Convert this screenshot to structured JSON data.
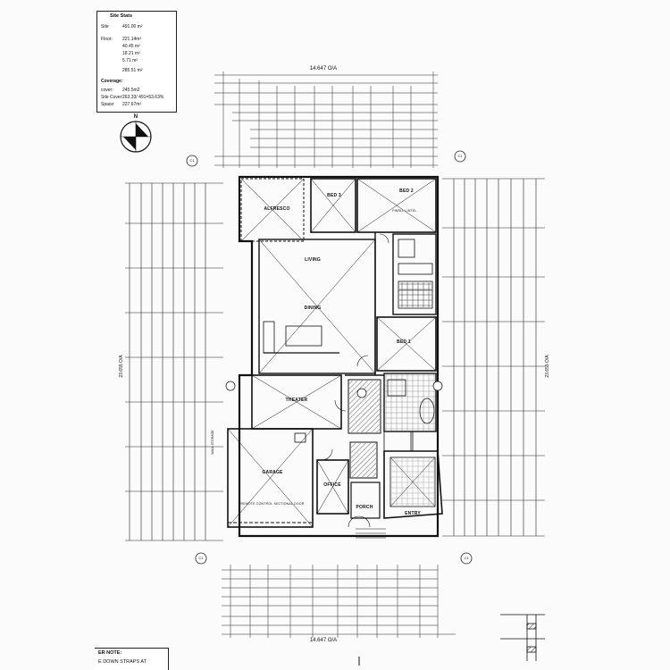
{
  "site_stats": {
    "title": "Site Stats",
    "rows": [
      {
        "label": "Site",
        "value": "491.00 m²"
      },
      {
        "label": "Floor:",
        "value": "221.14m²"
      },
      {
        "label": "",
        "value": "40.45 m²"
      },
      {
        "label": "",
        "value": "18.21 m²"
      },
      {
        "label": "",
        "value": "5.71 m²"
      },
      {
        "label": "",
        "value": "285.51 m²"
      }
    ],
    "coverage_title": "Coverage:",
    "coverage_rows": [
      {
        "label": "cover:",
        "value": "245.5m2"
      },
      {
        "label": "Site Cover:",
        "value": "263.33/ 491=53.63%"
      },
      {
        "label": "Space:",
        "value": "227.67m²"
      }
    ]
  },
  "overall_dims": {
    "top": "14.647 O/A",
    "bottom": "14.647 O/A",
    "left": "23.655 O/A",
    "right": "23.655 O/A"
  },
  "rooms": {
    "alfresco": "ALFRESCO",
    "bed3": "BED 3",
    "bed2": "BED 2",
    "living": "LIVING",
    "dining": "DINING",
    "bed1": "BED 1",
    "theater": "THEATER",
    "garage": "GARAGE",
    "office": "OFFICE",
    "porch": "PORCH",
    "entry": "ENTRY"
  },
  "annotations": {
    "stair_storage": "WALL STORAGE",
    "pwr_lintel": "PWRLL LINTEL",
    "remote": "REMOTE CONTROL SECTIONAL DOOR"
  },
  "footer_note": {
    "title": "ER NOTE:",
    "text": "E DOWN STRAPS AT"
  },
  "compass": {
    "label": "N"
  }
}
